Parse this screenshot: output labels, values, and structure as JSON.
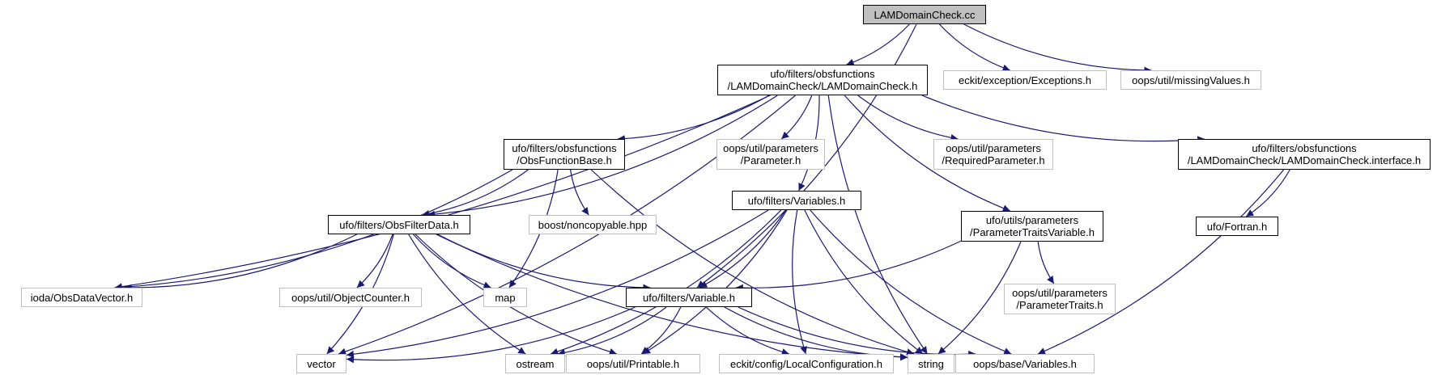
{
  "colors": {
    "edge": "#191970",
    "documented_border": "#000000",
    "external_border": "#c0c0c0",
    "focus_fill": "#bfbfbf"
  },
  "nodes": {
    "lamdomaincheck_cc": {
      "lines": [
        "LAMDomainCheck.cc"
      ]
    },
    "lamdomaincheck_h": {
      "lines": [
        "ufo/filters/obsfunctions",
        "/LAMDomainCheck/LAMDomainCheck.h"
      ]
    },
    "eckit_exceptions": {
      "lines": [
        "eckit/exception/Exceptions.h"
      ]
    },
    "oops_missing_values": {
      "lines": [
        "oops/util/missingValues.h"
      ]
    },
    "obs_function_base": {
      "lines": [
        "ufo/filters/obsfunctions",
        "/ObsFunctionBase.h"
      ]
    },
    "oops_parameter": {
      "lines": [
        "oops/util/parameters",
        "/Parameter.h"
      ]
    },
    "oops_required_parameter": {
      "lines": [
        "oops/util/parameters",
        "/RequiredParameter.h"
      ]
    },
    "lamdomaincheck_interface": {
      "lines": [
        "ufo/filters/obsfunctions",
        "/LAMDomainCheck/LAMDomainCheck.interface.h"
      ]
    },
    "obs_filter_data": {
      "lines": [
        "ufo/filters/ObsFilterData.h"
      ]
    },
    "boost_noncopyable": {
      "lines": [
        "boost/noncopyable.hpp"
      ]
    },
    "ufo_variables": {
      "lines": [
        "ufo/filters/Variables.h"
      ]
    },
    "parameter_traits_variable": {
      "lines": [
        "ufo/utils/parameters",
        "/ParameterTraitsVariable.h"
      ]
    },
    "ufo_fortran": {
      "lines": [
        "ufo/Fortran.h"
      ]
    },
    "ioda_obsdatavector": {
      "lines": [
        "ioda/ObsDataVector.h"
      ]
    },
    "oops_object_counter": {
      "lines": [
        "oops/util/ObjectCounter.h"
      ]
    },
    "std_map": {
      "lines": [
        "map"
      ]
    },
    "ufo_variable": {
      "lines": [
        "ufo/filters/Variable.h"
      ]
    },
    "oops_parameter_traits": {
      "lines": [
        "oops/util/parameters",
        "/ParameterTraits.h"
      ]
    },
    "std_vector": {
      "lines": [
        "vector"
      ]
    },
    "std_ostream": {
      "lines": [
        "ostream"
      ]
    },
    "oops_printable": {
      "lines": [
        "oops/util/Printable.h"
      ]
    },
    "eckit_local_configuration": {
      "lines": [
        "eckit/config/LocalConfiguration.h"
      ]
    },
    "std_string": {
      "lines": [
        "string"
      ]
    },
    "oops_base_variables": {
      "lines": [
        "oops/base/Variables.h"
      ]
    }
  },
  "edges": [
    [
      "lamdomaincheck_cc",
      "lamdomaincheck_h"
    ],
    [
      "lamdomaincheck_cc",
      "eckit_exceptions"
    ],
    [
      "lamdomaincheck_cc",
      "oops_missing_values"
    ],
    [
      "lamdomaincheck_cc",
      "ufo_variable"
    ],
    [
      "lamdomaincheck_h",
      "obs_function_base"
    ],
    [
      "lamdomaincheck_h",
      "oops_parameter"
    ],
    [
      "lamdomaincheck_h",
      "oops_required_parameter"
    ],
    [
      "lamdomaincheck_h",
      "lamdomaincheck_interface"
    ],
    [
      "lamdomaincheck_h",
      "obs_filter_data"
    ],
    [
      "lamdomaincheck_h",
      "ufo_variables"
    ],
    [
      "lamdomaincheck_h",
      "parameter_traits_variable"
    ],
    [
      "lamdomaincheck_h",
      "ioda_obsdatavector"
    ],
    [
      "lamdomaincheck_h",
      "std_vector"
    ],
    [
      "lamdomaincheck_h",
      "std_string"
    ],
    [
      "obs_function_base",
      "obs_filter_data"
    ],
    [
      "obs_function_base",
      "boost_noncopyable"
    ],
    [
      "obs_function_base",
      "std_map"
    ],
    [
      "obs_function_base",
      "ioda_obsdatavector"
    ],
    [
      "obs_function_base",
      "std_string"
    ],
    [
      "lamdomaincheck_interface",
      "ufo_fortran"
    ],
    [
      "lamdomaincheck_interface",
      "oops_base_variables"
    ],
    [
      "obs_filter_data",
      "ioda_obsdatavector"
    ],
    [
      "obs_filter_data",
      "oops_object_counter"
    ],
    [
      "obs_filter_data",
      "std_map"
    ],
    [
      "obs_filter_data",
      "ufo_variable"
    ],
    [
      "obs_filter_data",
      "std_vector"
    ],
    [
      "obs_filter_data",
      "std_ostream"
    ],
    [
      "obs_filter_data",
      "oops_printable"
    ],
    [
      "obs_filter_data",
      "std_string"
    ],
    [
      "ufo_variables",
      "ufo_variable"
    ],
    [
      "ufo_variables",
      "std_vector"
    ],
    [
      "ufo_variables",
      "std_ostream"
    ],
    [
      "ufo_variables",
      "oops_printable"
    ],
    [
      "ufo_variables",
      "eckit_local_configuration"
    ],
    [
      "ufo_variables",
      "std_string"
    ],
    [
      "ufo_variables",
      "oops_base_variables"
    ],
    [
      "parameter_traits_variable",
      "ufo_variable"
    ],
    [
      "parameter_traits_variable",
      "oops_parameter_traits"
    ],
    [
      "parameter_traits_variable",
      "std_string"
    ],
    [
      "ufo_variable",
      "std_vector"
    ],
    [
      "ufo_variable",
      "std_ostream"
    ],
    [
      "ufo_variable",
      "oops_printable"
    ],
    [
      "ufo_variable",
      "eckit_local_configuration"
    ],
    [
      "ufo_variable",
      "std_string"
    ],
    [
      "ufo_variable",
      "oops_base_variables"
    ]
  ]
}
